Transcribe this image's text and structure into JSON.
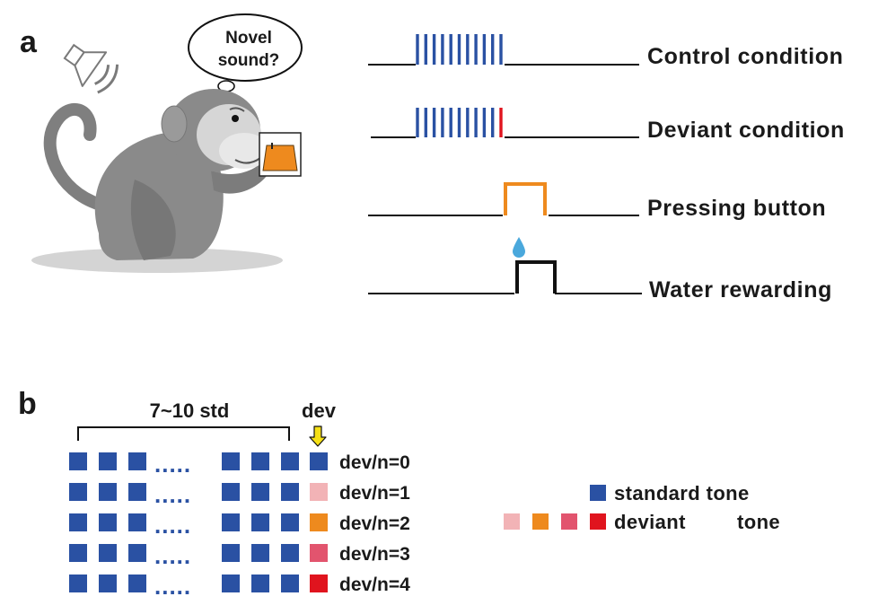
{
  "panel_a": {
    "label": "a",
    "bubble": {
      "line1": "Novel",
      "line2": "sound?"
    },
    "conditions": [
      {
        "label": "Control condition"
      },
      {
        "label": "Deviant condition"
      },
      {
        "label": "Pressing button"
      },
      {
        "label": "Water rewarding"
      }
    ],
    "colors": {
      "standard_tone": "#2a51a3",
      "deviant_tone": "#e0141e",
      "button_trace": "#ee8a1e",
      "water_trace": "#111111",
      "water_drop": "#4aa8dc",
      "button": "#ee8a1e"
    },
    "icons": [
      "speaker-icon",
      "monkey-illustration",
      "button-icon",
      "water-drop-icon"
    ]
  },
  "panel_b": {
    "label": "b",
    "std_range_label": "7~10 std",
    "dev_label": "dev",
    "dots": ".....",
    "rows": [
      {
        "label": "dev/n=0",
        "dev_color": "#2a51a3"
      },
      {
        "label": "dev/n=1",
        "dev_color": "#f2b3b6"
      },
      {
        "label": "dev/n=2",
        "dev_color": "#ee8a1e"
      },
      {
        "label": "dev/n=3",
        "dev_color": "#e2546e"
      },
      {
        "label": "dev/n=4",
        "dev_color": "#e0141e"
      }
    ],
    "legend": {
      "standard_label": "standard tone",
      "deviant_label": "deviant",
      "deviant_label_2": "tone",
      "standard_color": "#2a51a3",
      "deviant_colors": [
        "#f2b3b6",
        "#ee8a1e",
        "#e2546e",
        "#e0141e"
      ]
    },
    "arrow_color": "#f5e016"
  }
}
